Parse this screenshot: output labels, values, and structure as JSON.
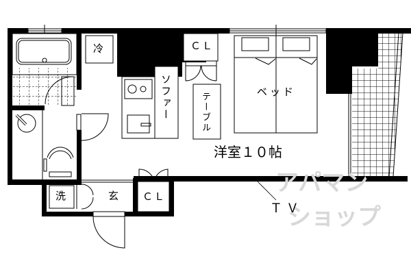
{
  "floorplan": {
    "rooms": {
      "main_room": "洋室１０帖",
      "entrance": "玄",
      "washer": "洗",
      "fridge": "冷"
    },
    "furniture": {
      "bed": "ベッド",
      "sofa": "ソファー",
      "table": "テーブル"
    },
    "closets": {
      "top": "ＣＬ",
      "bottom": "ＣＬ"
    },
    "annotations": {
      "tv": "ＴＶ"
    },
    "watermark": {
      "line1": "アパマン",
      "line2": "ショップ"
    },
    "colors": {
      "wall": "#000000",
      "background": "#ffffff",
      "watermark": "#d8d8d8"
    }
  }
}
